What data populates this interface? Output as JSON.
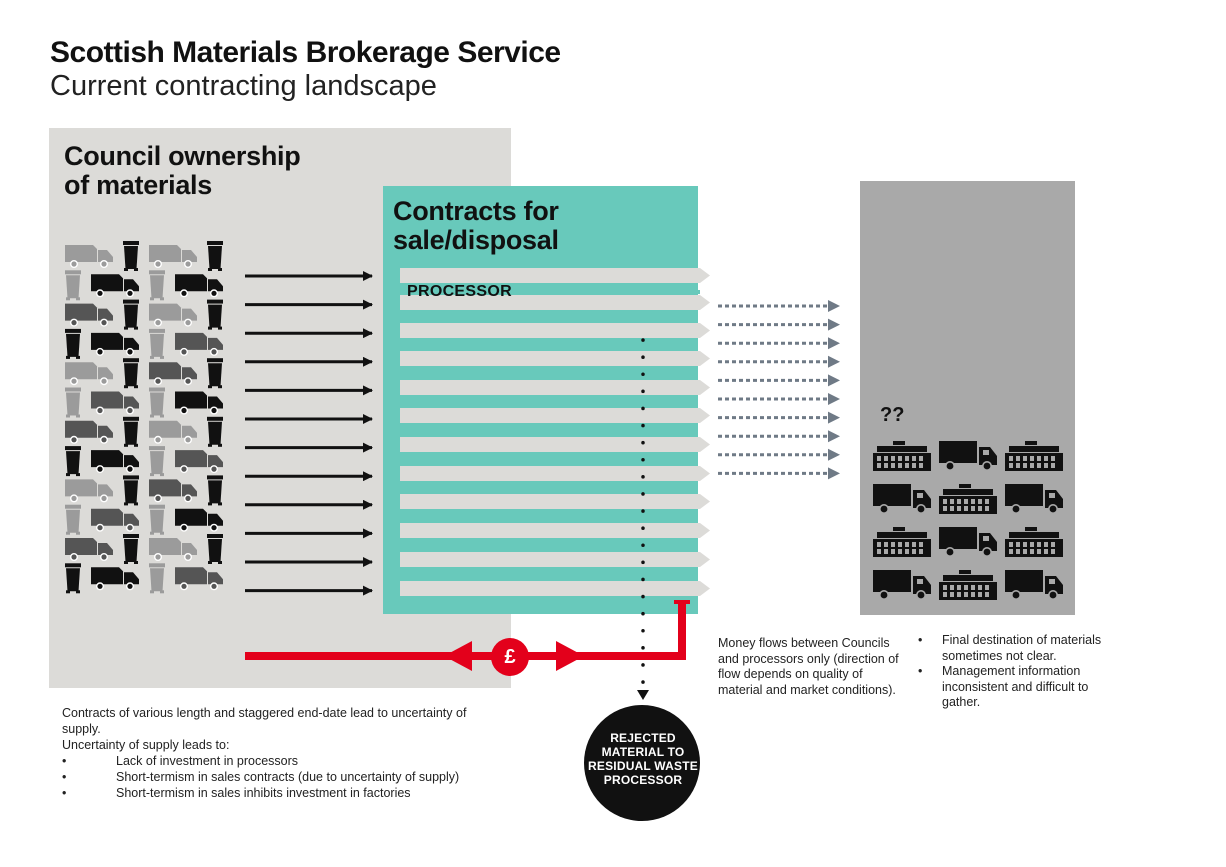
{
  "header": {
    "title": "Scottish Materials Brokerage Service",
    "subtitle": "Current contracting landscape"
  },
  "council": {
    "heading": "Council ownership of materials"
  },
  "contracts": {
    "heading": "Contracts for sale/disposal",
    "processor_label": "PROCESSOR"
  },
  "destination": {
    "unknown_marker": "??",
    "notes": [
      "Final destination of materials sometimes not clear.",
      "Management information inconsistent and difficult to gather."
    ]
  },
  "money_flow": {
    "symbol": "£",
    "note": "Money flows between Councils and processors only (direction of flow depends on quality of material and market conditions)."
  },
  "rejected": {
    "label": "REJECTED MATERIAL TO RESIDUAL WASTE PROCESSOR"
  },
  "bottom_notes": {
    "line1": "Contracts of various length and staggered end-date lead to uncertainty of supply.",
    "line2": "Uncertainty of supply leads to:",
    "bullets": [
      "Lack of investment in processors",
      "Short-termism in sales contracts (due to uncertainty of supply)",
      "Short-termism in sales inhibits investment in factories"
    ]
  },
  "icons": {
    "truck": "refuse-truck-icon",
    "bin": "wheelie-bin-icon",
    "lorry": "lorry-icon",
    "factory": "factory-icon"
  },
  "colors": {
    "council_panel": "#dcdbd8",
    "contracts_panel": "#68c9bb",
    "destination_panel": "#a9a9a9",
    "money_red": "#e3001b",
    "icon_dark": "#111111",
    "icon_mid": "#555555",
    "icon_light": "#9b9b9b",
    "dotted_arrow": "#6f7a86"
  }
}
